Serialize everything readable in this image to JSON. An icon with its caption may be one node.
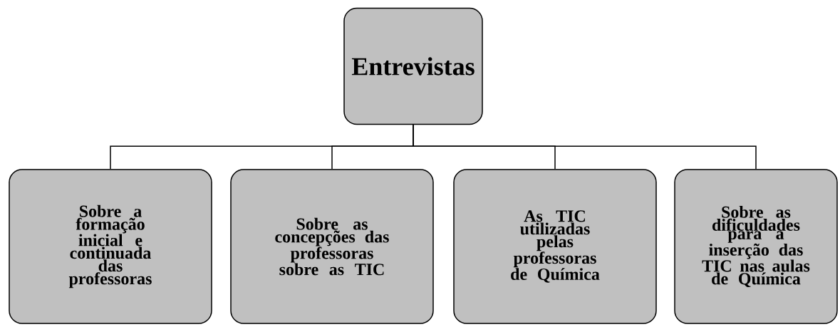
{
  "diagram": {
    "nodes": [
      {
        "text": [
          "Entrevistas"
        ]
      },
      {
        "text": [
          "Sobre a formação inicial e continuada das professoras"
        ]
      },
      {
        "text": [
          "Sobre as concepções das professoras sobre as TIC"
        ]
      },
      {
        "text": [
          "As TIC utilizadas pelas professoras de Química"
        ]
      },
      {
        "text": [
          "Sobre as dificuldades para a inserção das TIC nas aulas de Química"
        ]
      }
    ],
    "edges": [
      {
        "from": 0,
        "to": 1,
        "arrow": "none"
      },
      {
        "from": 0,
        "to": 2,
        "arrow": "none"
      },
      {
        "from": 0,
        "to": 3,
        "arrow": "none"
      },
      {
        "from": 0,
        "to": 4,
        "arrow": "none"
      }
    ]
  }
}
